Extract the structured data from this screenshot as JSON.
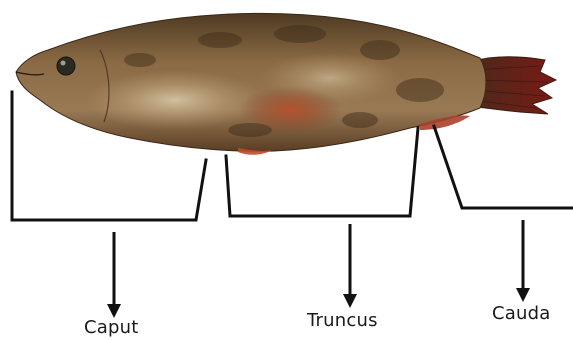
{
  "diagram": {
    "subject": "fish-specimen",
    "regions": {
      "head": {
        "label": "Caput"
      },
      "trunk": {
        "label": "Truncus"
      },
      "tail": {
        "label": "Cauda"
      }
    },
    "colors": {
      "background": "#ffffff",
      "line": "#111111",
      "fish_body": "#7a5a3a",
      "fish_light": "#c9b79a",
      "fish_red": "#a0452a",
      "fin_red": "#7a1a14"
    }
  }
}
